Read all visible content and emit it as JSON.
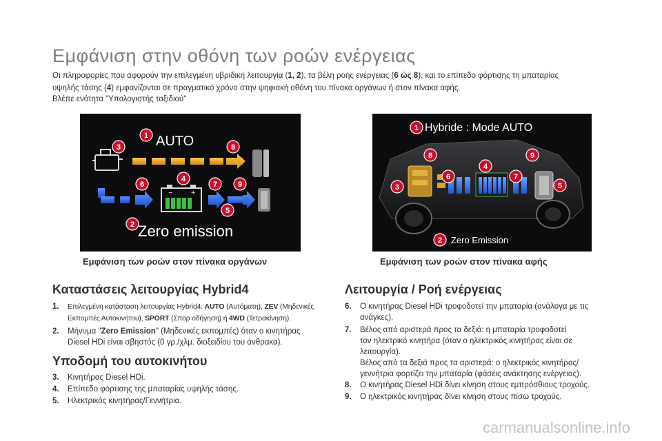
{
  "title": "Εμφάνιση στην οθόνη των ροών ενέργειας",
  "intro": {
    "line1": {
      "a": "Οι πληροφορίες που αφορούν την επιλεγμένη υβριδική λειτουργία (",
      "b": "1, 2",
      "c": "), τα βέλη ροής ενέργειας (",
      "d": "6 ώς 8",
      "e": "), και το επίπεδο φόρτισης τη μπαταρίας"
    },
    "line2": {
      "a": "υψηλής τάσης (",
      "b": "4",
      "c": ") εμφανίζονται σε πραγματικό χρόνο στην ψηφιακή οθόνη του πίνακα οργάνων ή στον πίνακα αφής."
    },
    "line3": "Βλέπε ενότητα \"Υπολογιστής ταξιδιού\""
  },
  "left_panel": {
    "mode_label": "AUTO",
    "zero_label": "Zero emission",
    "markers": [
      "1",
      "2",
      "3",
      "4",
      "5",
      "6",
      "7",
      "8",
      "9"
    ],
    "caption": "Εμφάνιση των ροών στον πίνακα οργάνων",
    "icons": [
      "engine-icon",
      "battery-icon",
      "wheel-icon"
    ]
  },
  "right_panel": {
    "mode_label": "Hybride : Mode AUTO",
    "zero_label": "Zero Emission",
    "markers": [
      "1",
      "2",
      "3",
      "4",
      "5",
      "6",
      "7",
      "8",
      "9"
    ],
    "caption": "Εμφάνιση των ροών στον πίνακα αφής"
  },
  "section_modes": {
    "heading": "Καταστάσεις λειτουργίας Hybrid4",
    "item1": {
      "num": "1.",
      "line1": {
        "a": "Επιλεγμένη κατάσταση λειτουργίας Hybrid4: ",
        "b": "AUTO",
        "c": " (Αυτόματη), ",
        "d": "ZEV",
        "e": " (Μηδενικές"
      },
      "line2": {
        "a": "Εκπομπές Αυτοκινήτου), ",
        "b": "SPORT",
        "c": " (Σπορ οδήγηση) ή ",
        "d": "4WD",
        "e": " (Τετρακίνηση)."
      }
    },
    "item2": {
      "num": "2.",
      "line1": {
        "a": "Μήνυμα \"",
        "b": "Zero Emission",
        "c": "\" (Μηδενικές εκπομπές) όταν ο κινητήρας"
      },
      "line2": "Diesel HDi είναι σβηστός (0 γρ./χλμ. διοξειδίου του άνθρακα)."
    }
  },
  "section_structure": {
    "heading": "Υποδομή του αυτοκινήτου",
    "items": [
      {
        "num": "3.",
        "text": "Κινητήρας Diesel HDi."
      },
      {
        "num": "4.",
        "text": "Επίπεδο φόρτισης της μπαταρίας υψηλής τάσης."
      },
      {
        "num": "5.",
        "text": "Ηλεκτρικός κινητήρας/Γεννήτρια."
      }
    ]
  },
  "section_flow": {
    "heading": "Λειτουργία / Ροή ενέργειας",
    "items": [
      {
        "num": "6.",
        "lines": [
          "Ο κινητήρας Diesel HDi τροφοδοτεί την μπαταρία (ανάλογα με τις",
          "ανάγκες)."
        ]
      },
      {
        "num": "7.",
        "lines": [
          "Βέλος από αριστερά προς τα δεξιά: η μπαταρία τροφοδοτεί",
          "τον ηλεκτρικό κινητήρα (όταν ο ηλεκτρικός κινητήρας είναι σε",
          "λειτουργία).",
          "Βέλος από τα δεξιά προς τα αριστερά: ο ηλεκτρικός κινητήρας/",
          "γεννήτρια φορτίζει την μπαταρία (φάσεις ανάκτησης ενέργειας)."
        ]
      },
      {
        "num": "8.",
        "lines": [
          "Ο κινητήρας Diesel HDi δίνει κίνηση στους εμπρόσθιους τροχούς."
        ]
      },
      {
        "num": "9.",
        "lines": [
          "Ο ηλεκτρικός κινητήρας δίνει κίνηση στους πίσω τροχούς."
        ]
      }
    ]
  },
  "watermark": "carmanualsonline.info",
  "colors": {
    "marker_red": "#c8102e",
    "flow_orange": "#e8a020",
    "flow_blue": "#2d6be0",
    "battery_green": "#3fbf3f"
  }
}
